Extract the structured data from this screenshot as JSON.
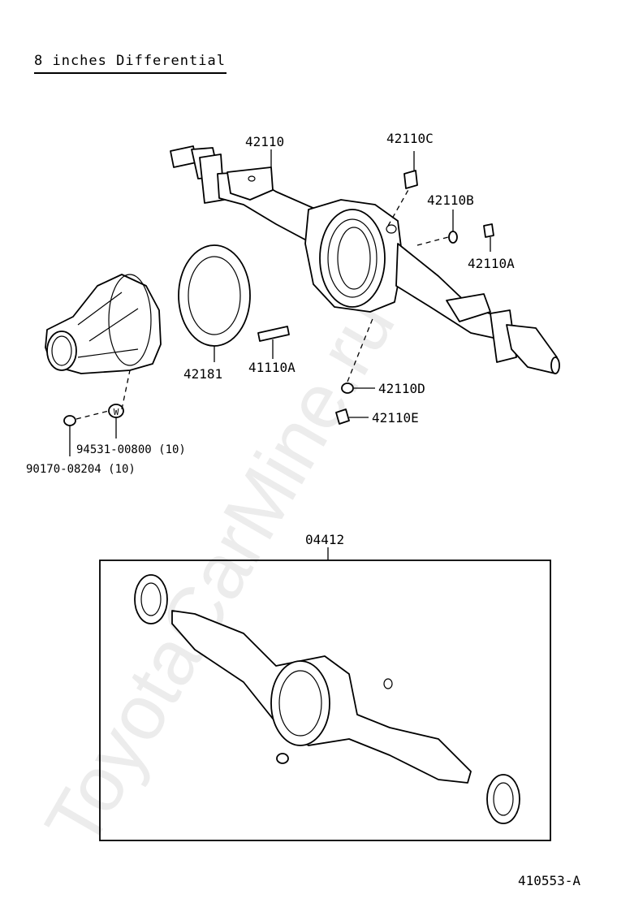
{
  "title": "8 inches Differential",
  "watermark": "ToyotaCarMine.ru",
  "figure_code": "410553-A",
  "parts": {
    "axle_housing": "42110",
    "breather_plug": "42110C",
    "gasket_b": "42110B",
    "plug_a": "42110A",
    "differential_gasket": "42181",
    "stud_bolt": "41110A",
    "plug_d": "42110D",
    "plug_e": "42110E",
    "washer": "94531-00800 (10)",
    "nut": "90170-08204 (10)",
    "washer_symbol": "W",
    "housing_assembly_kit": "04412"
  }
}
